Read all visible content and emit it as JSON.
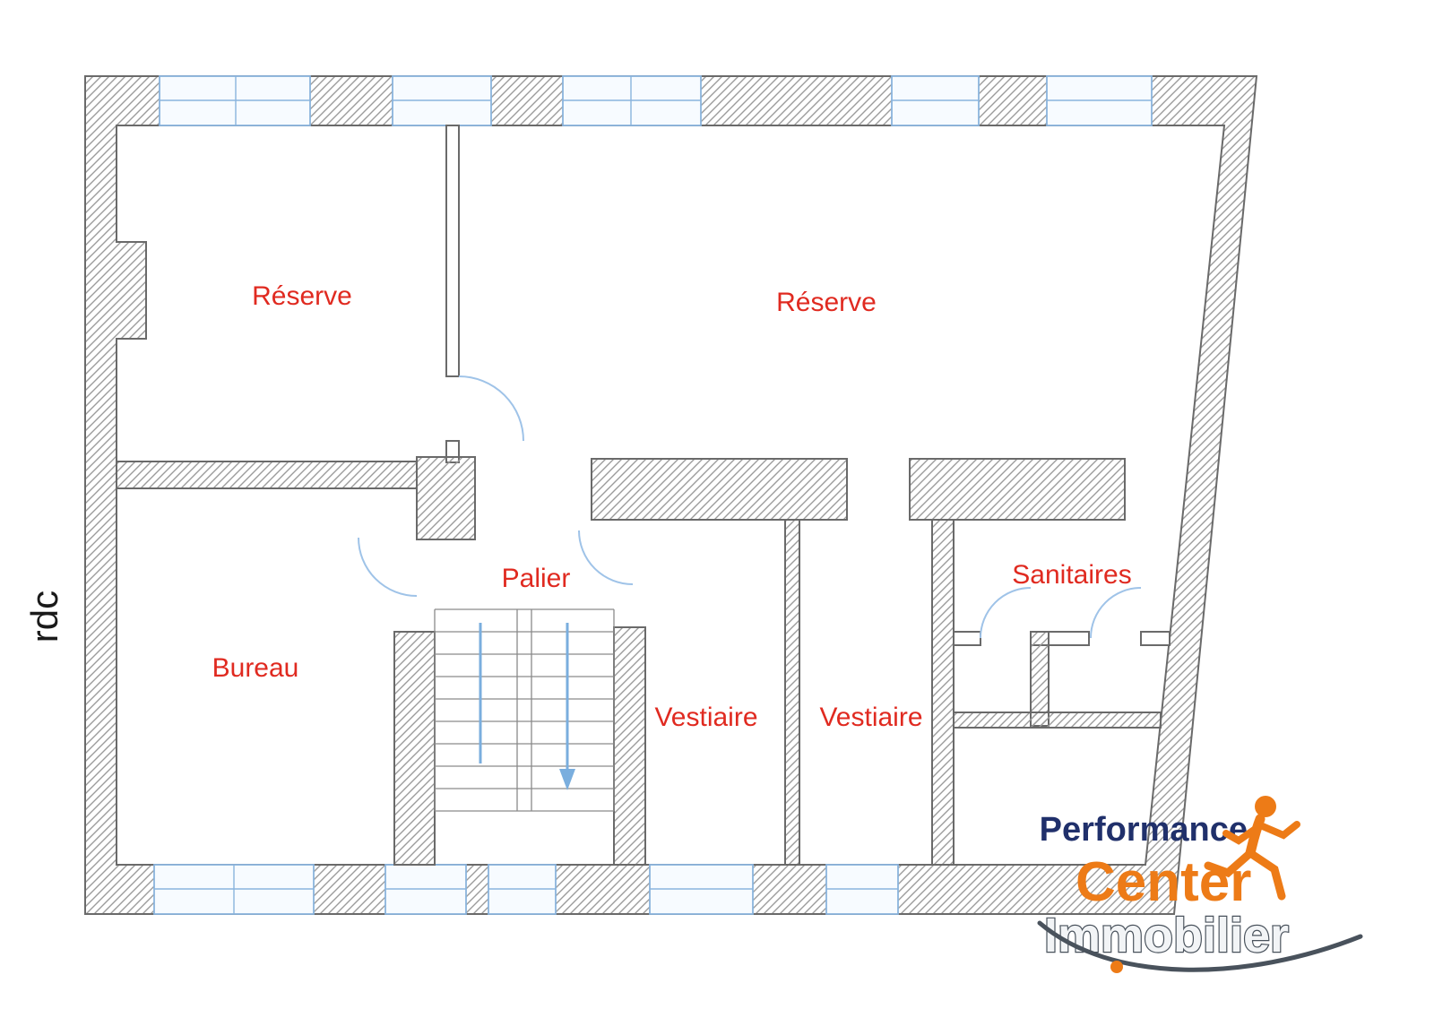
{
  "floor_plan": {
    "floor_label": "rdc",
    "rooms": [
      {
        "name": "reserve-left",
        "label": "Réserve"
      },
      {
        "name": "reserve-right",
        "label": "Réserve"
      },
      {
        "name": "palier",
        "label": "Palier"
      },
      {
        "name": "bureau",
        "label": "Bureau"
      },
      {
        "name": "vestiaire-left",
        "label": "Vestiaire"
      },
      {
        "name": "vestiaire-right",
        "label": "Vestiaire"
      },
      {
        "name": "sanitaires",
        "label": "Sanitaires"
      }
    ]
  },
  "logo": {
    "line1": "Performance",
    "line2": "Center",
    "line3": "Immobilier"
  },
  "colors": {
    "room_label": "#e02a20",
    "floor_label_color": "#1a1a1a",
    "wall_outline": "#6a6a6a",
    "wall_hatch": "#9b9b9b",
    "window_blue": "#8ab4dd",
    "door_blue": "#9fc3e8",
    "stair_arrow": "#7aaede",
    "logo_navy": "#20306b",
    "logo_orange": "#ed7b17",
    "logo_gray": "#49525c"
  }
}
